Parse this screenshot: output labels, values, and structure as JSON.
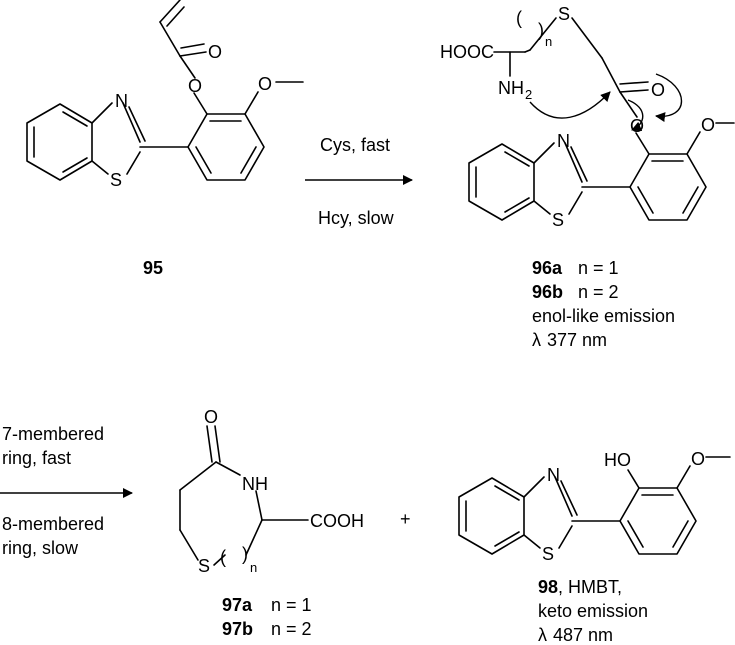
{
  "compounds": {
    "c95": {
      "id": "95"
    },
    "c96": {
      "line1_id": "96a",
      "line1_value": "n = 1",
      "line2_id": "96b",
      "line2_value": "n = 2",
      "line3": "enol-like emission",
      "line4_symbol": "λ",
      "line4_value": "377 nm"
    },
    "c97": {
      "line1_id": "97a",
      "line1_value": "n = 1",
      "line2_id": "97b",
      "line2_value": "n = 2"
    },
    "c98": {
      "line1_id": "98",
      "line1_rest": ", HMBT,",
      "line2": "keto emission",
      "line3_symbol": "λ",
      "line3_value": "487 nm"
    }
  },
  "arrows": {
    "a1": {
      "top": "Cys, fast",
      "bottom": "Hcy, slow"
    },
    "a2": {
      "top1": "7-membered",
      "top2": "ring, fast",
      "bottom1": "8-membered",
      "bottom2": "ring, slow"
    }
  },
  "plus": "+",
  "atoms": {
    "N": "N",
    "S": "S",
    "O": "O",
    "NH": "NH",
    "NH2": "NH",
    "two": "2",
    "HOOC": "HOOC",
    "COOH": "COOH",
    "HO": "HO",
    "n": "n",
    "paren_open": "(",
    "paren_close": ")"
  }
}
